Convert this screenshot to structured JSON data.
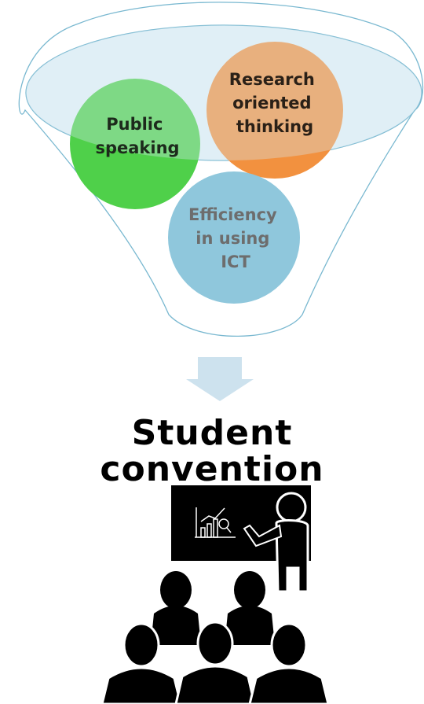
{
  "circles": [
    {
      "lines": [
        "Public",
        "speaking"
      ],
      "color": "#4fd04a",
      "text_color": "#1d2a1c"
    },
    {
      "lines": [
        "Research",
        "oriented",
        "thinking"
      ],
      "color": "#f2913f",
      "text_color": "#2a2017"
    },
    {
      "lines": [
        "Efficiency",
        "in using",
        "ICT"
      ],
      "color": "#8fc7dc",
      "text_color": "#6d6d6d"
    }
  ],
  "funnel": {
    "outline_color": "#79b8d0",
    "rim_fill": "#cfe7f2"
  },
  "arrow_color": "#cde2ee",
  "title": {
    "line1": "Student",
    "line2": "convention"
  },
  "icons": {
    "presenter": "presenter-at-board-icon",
    "chart": "bar-chart-icon",
    "audience": "audience-icon"
  }
}
